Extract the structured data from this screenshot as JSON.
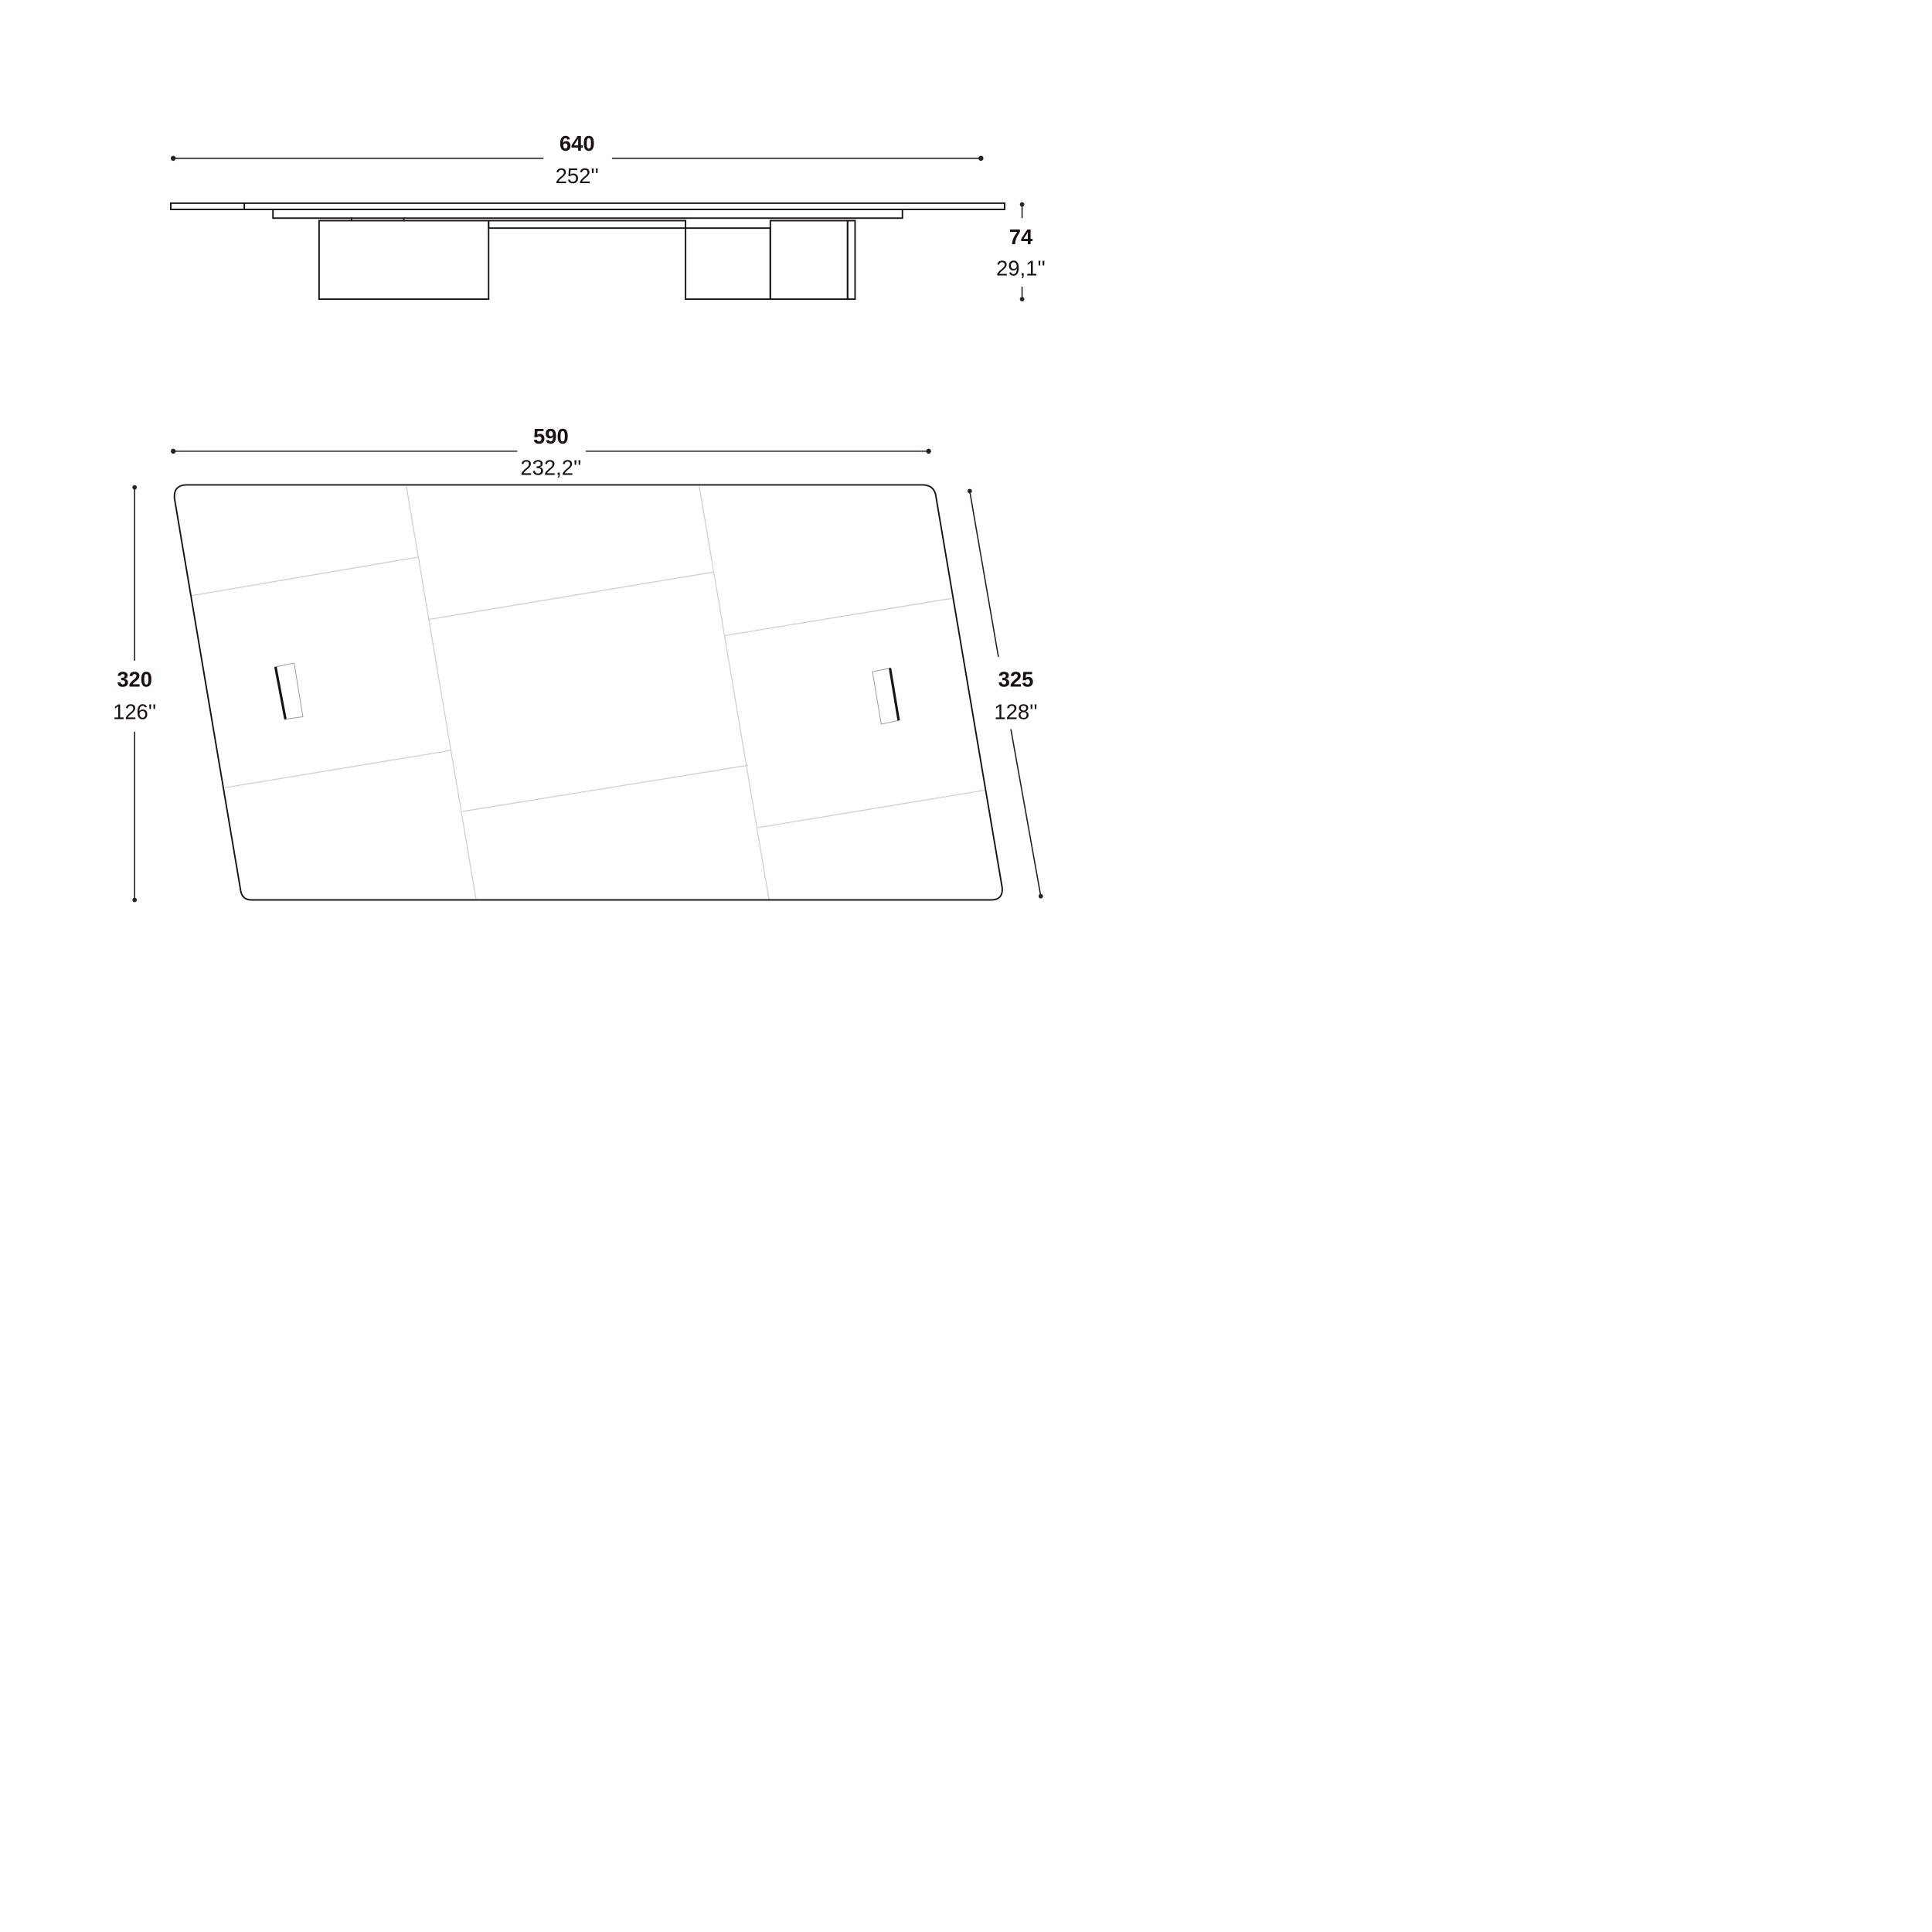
{
  "side_view": {
    "length_cm": "640",
    "length_in": "252''",
    "height_cm": "74",
    "height_in": "29,1''"
  },
  "plan_view": {
    "width_cm": "590",
    "width_in": "232,2''",
    "depth_left_cm": "320",
    "depth_left_in": "126''",
    "depth_slant_cm": "325",
    "depth_slant_in": "128''"
  }
}
